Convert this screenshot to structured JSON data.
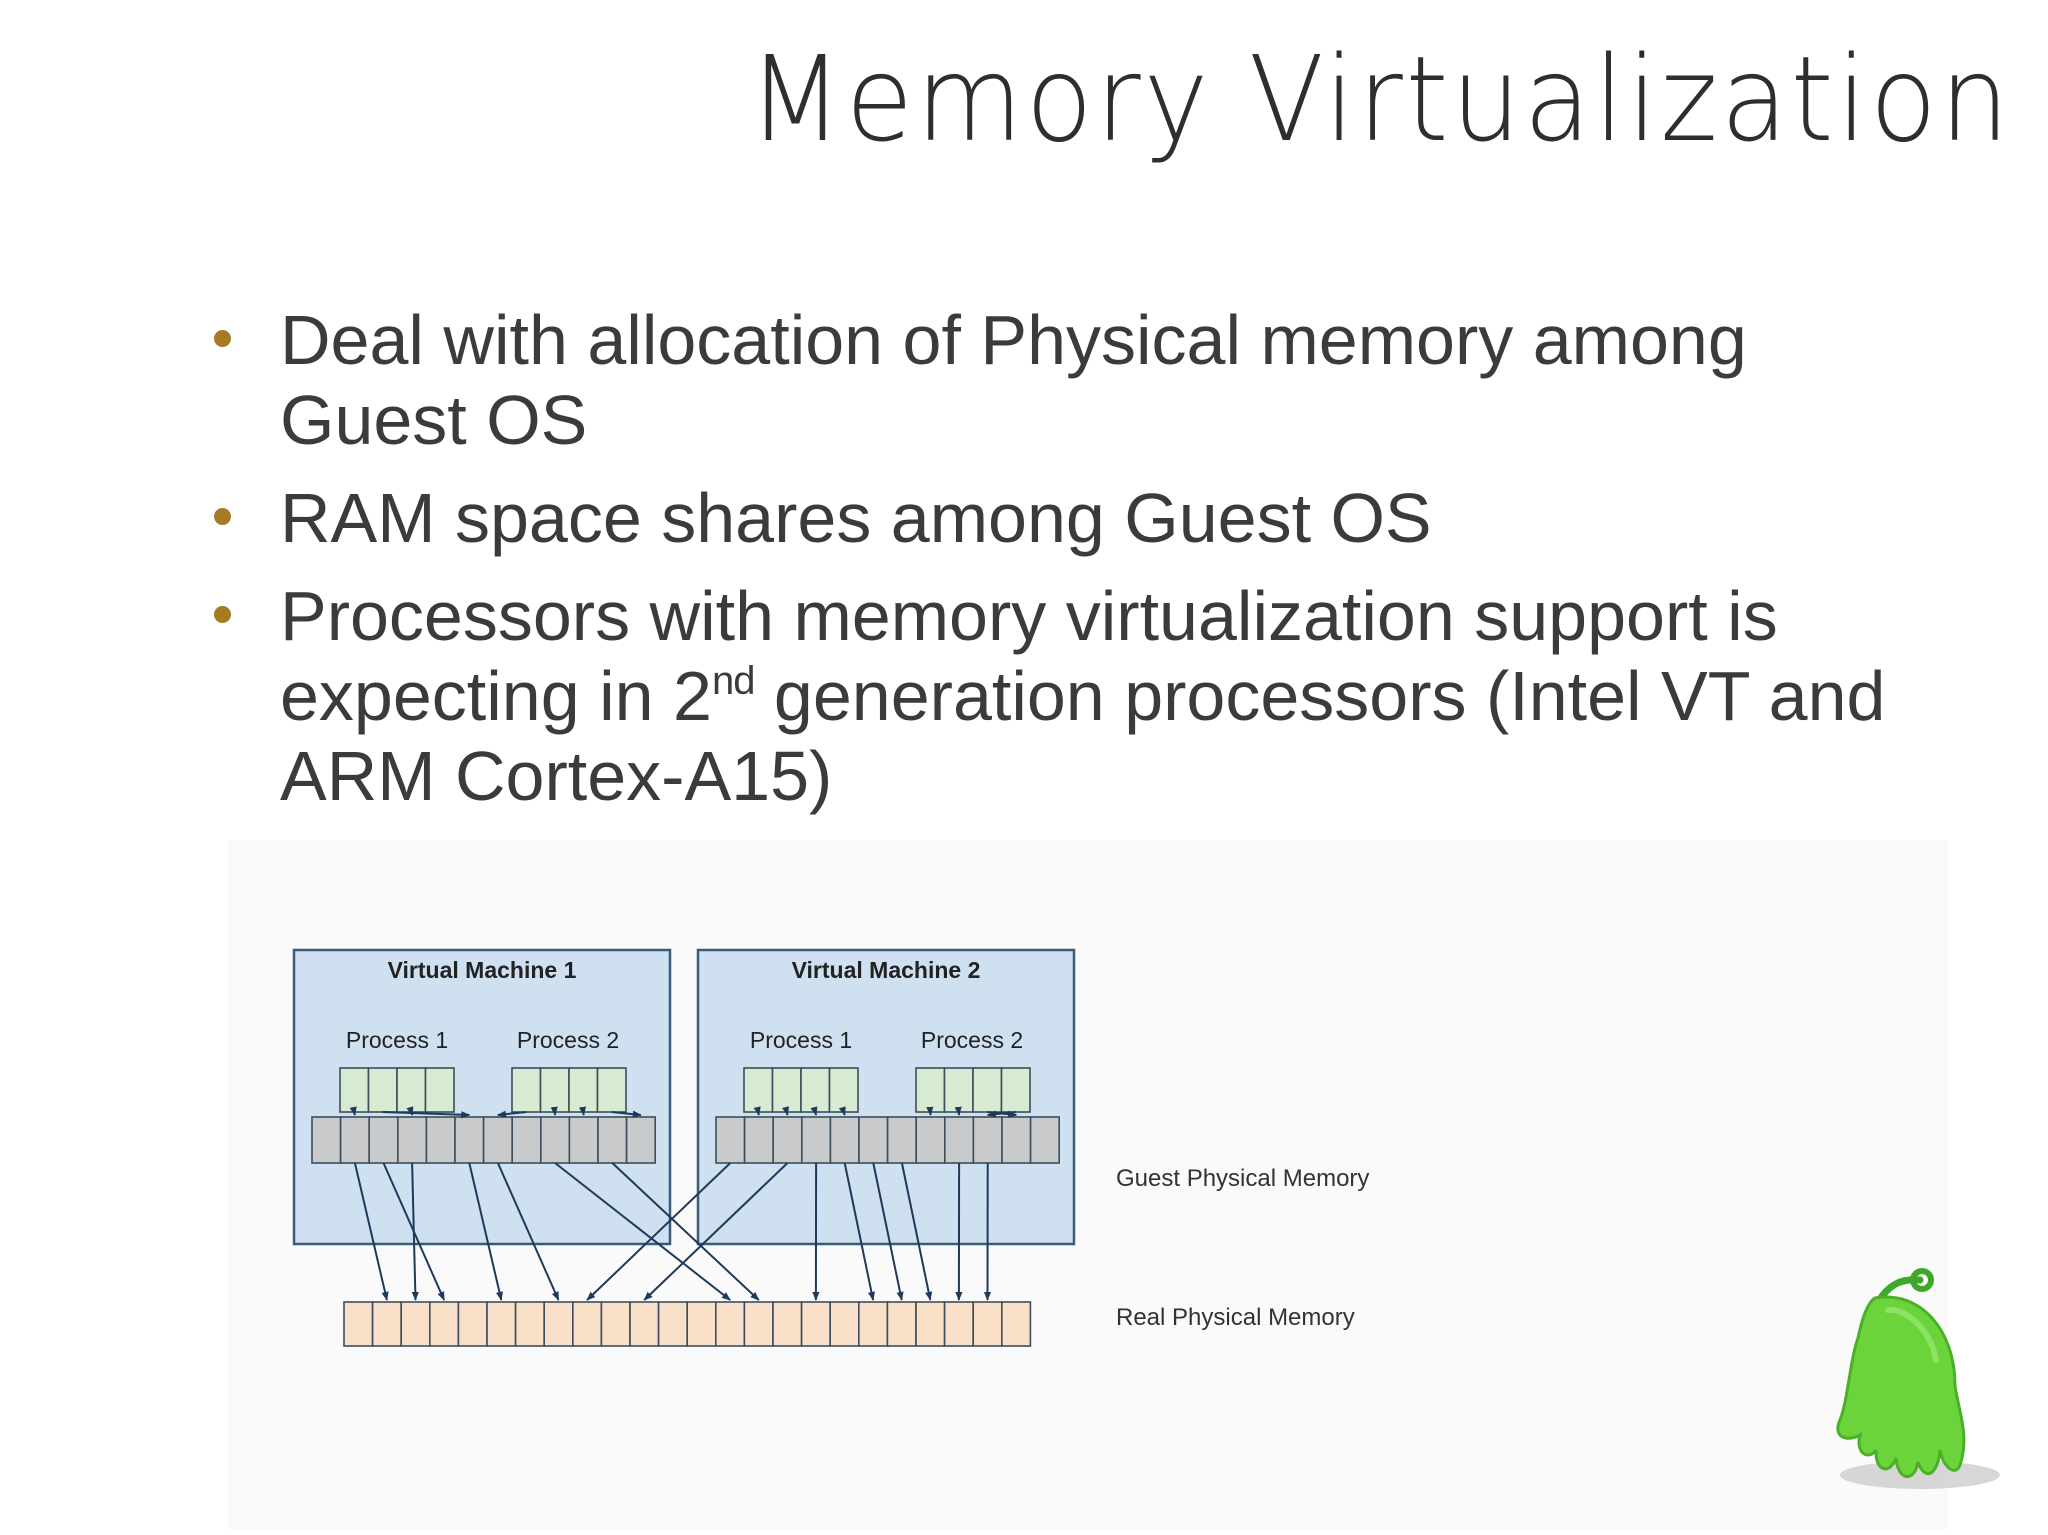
{
  "slide": {
    "title": "Memory Virtualization"
  },
  "bullets": [
    {
      "text": "Deal with allocation of Physical memory among Guest OS"
    },
    {
      "text": "RAM space shares among Guest OS"
    },
    {
      "text_before": "Processors with memory virtualization support is expecting in 2",
      "superscript": "nd",
      "text_after": " generation processors (Intel VT and ARM Cortex-A15)"
    }
  ],
  "diagram": {
    "virtual_machines": [
      {
        "title": "Virtual Machine 1",
        "processes": [
          {
            "label": "Process 1",
            "pages": 4
          },
          {
            "label": "Process 2",
            "pages": 4
          }
        ],
        "guest_pages": 12
      },
      {
        "title": "Virtual Machine 2",
        "processes": [
          {
            "label": "Process 1",
            "pages": 4
          },
          {
            "label": "Process 2",
            "pages": 4
          }
        ],
        "guest_pages": 12
      }
    ],
    "guest_memory_label": "Guest Physical Memory",
    "real_memory_label": "Real Physical Memory",
    "real_pages": 24,
    "colors": {
      "vm_box": "#cfe0f0",
      "process_page": "#d6ebd1",
      "guest_page": "#c9cacc",
      "real_page": "#fae0c8",
      "arrow": "#1e3a5a",
      "bullet": "#a57a22"
    },
    "process_to_guest_mappings": [
      {
        "vm": 0,
        "process": 0,
        "page": 0,
        "guest_page": 1
      },
      {
        "vm": 0,
        "process": 0,
        "page": 1,
        "guest_page": 5
      },
      {
        "vm": 0,
        "process": 0,
        "page": 2,
        "guest_page": 3
      },
      {
        "vm": 0,
        "process": 1,
        "page": 0,
        "guest_page": 6
      },
      {
        "vm": 0,
        "process": 1,
        "page": 1,
        "guest_page": 8
      },
      {
        "vm": 0,
        "process": 1,
        "page": 2,
        "guest_page": 9
      },
      {
        "vm": 0,
        "process": 1,
        "page": 3,
        "guest_page": 11
      },
      {
        "vm": 1,
        "process": 0,
        "page": 0,
        "guest_page": 1
      },
      {
        "vm": 1,
        "process": 0,
        "page": 1,
        "guest_page": 2
      },
      {
        "vm": 1,
        "process": 0,
        "page": 2,
        "guest_page": 3
      },
      {
        "vm": 1,
        "process": 0,
        "page": 3,
        "guest_page": 4
      },
      {
        "vm": 1,
        "process": 1,
        "page": 0,
        "guest_page": 7
      },
      {
        "vm": 1,
        "process": 1,
        "page": 1,
        "guest_page": 8
      },
      {
        "vm": 1,
        "process": 1,
        "page": 2,
        "guest_page": 10
      },
      {
        "vm": 1,
        "process": 1,
        "page": 3,
        "guest_page": 9
      }
    ],
    "guest_to_real_mappings": [
      {
        "vm": 0,
        "guest_page": 1,
        "real_page": 1
      },
      {
        "vm": 0,
        "guest_page": 2,
        "real_page": 3
      },
      {
        "vm": 0,
        "guest_page": 3,
        "real_page": 2
      },
      {
        "vm": 0,
        "guest_page": 5,
        "real_page": 5
      },
      {
        "vm": 0,
        "guest_page": 6,
        "real_page": 7
      },
      {
        "vm": 0,
        "guest_page": 8,
        "real_page": 13
      },
      {
        "vm": 0,
        "guest_page": 10,
        "real_page": 14
      },
      {
        "vm": 1,
        "guest_page": 0,
        "real_page": 8
      },
      {
        "vm": 1,
        "guest_page": 2,
        "real_page": 10
      },
      {
        "vm": 1,
        "guest_page": 3,
        "real_page": 16
      },
      {
        "vm": 1,
        "guest_page": 4,
        "real_page": 18
      },
      {
        "vm": 1,
        "guest_page": 5,
        "real_page": 19
      },
      {
        "vm": 1,
        "guest_page": 6,
        "real_page": 20
      },
      {
        "vm": 1,
        "guest_page": 8,
        "real_page": 21
      },
      {
        "vm": 1,
        "guest_page": 9,
        "real_page": 22
      }
    ]
  }
}
